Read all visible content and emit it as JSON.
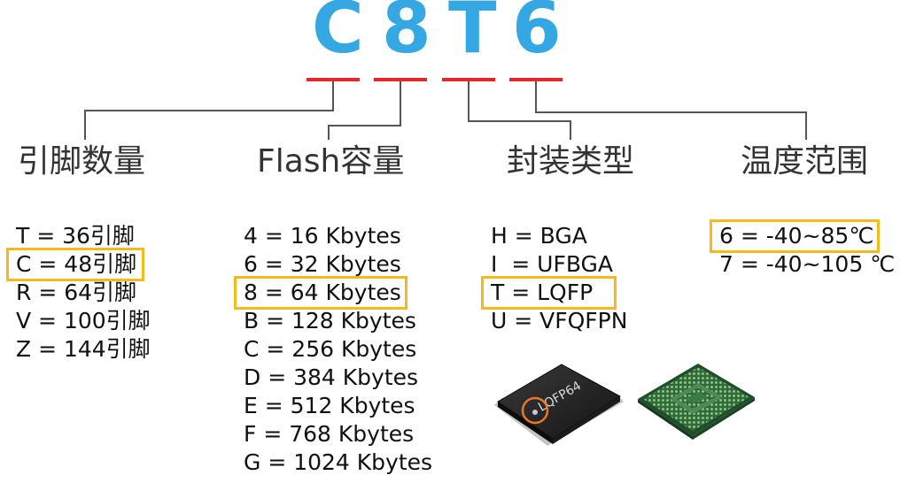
{
  "code": {
    "chars": [
      "C",
      "8",
      "T",
      "6"
    ]
  },
  "headings": {
    "pins": "引脚数量",
    "flash": "Flash容量",
    "package": "封装类型",
    "temp": "温度范围"
  },
  "pins": [
    "T = 36引脚",
    "C = 48引脚",
    "R = 64引脚",
    "V = 100引脚",
    "Z = 144引脚"
  ],
  "flash": [
    "4 = 16 Kbytes",
    "6 = 32 Kbytes",
    "8 = 64 Kbytes",
    "B = 128 Kbytes",
    "C = 256 Kbytes",
    "D = 384 Kbytes",
    "E = 512 Kbytes",
    "F = 768 Kbytes",
    "G = 1024 Kbytes"
  ],
  "package": [
    "H = BGA",
    "I  = UFBGA",
    "T = LQFP",
    "U = VFQFPN"
  ],
  "temp": [
    "6 = -40~85℃",
    "7 = -40~105 ℃"
  ],
  "chip_marking": "LQFP64",
  "colors": {
    "code": "#35a7e3",
    "dash": "#e8262a",
    "highlight": "#f6b91a",
    "connector": "#555555",
    "pin1_circle": "#e8772a"
  }
}
